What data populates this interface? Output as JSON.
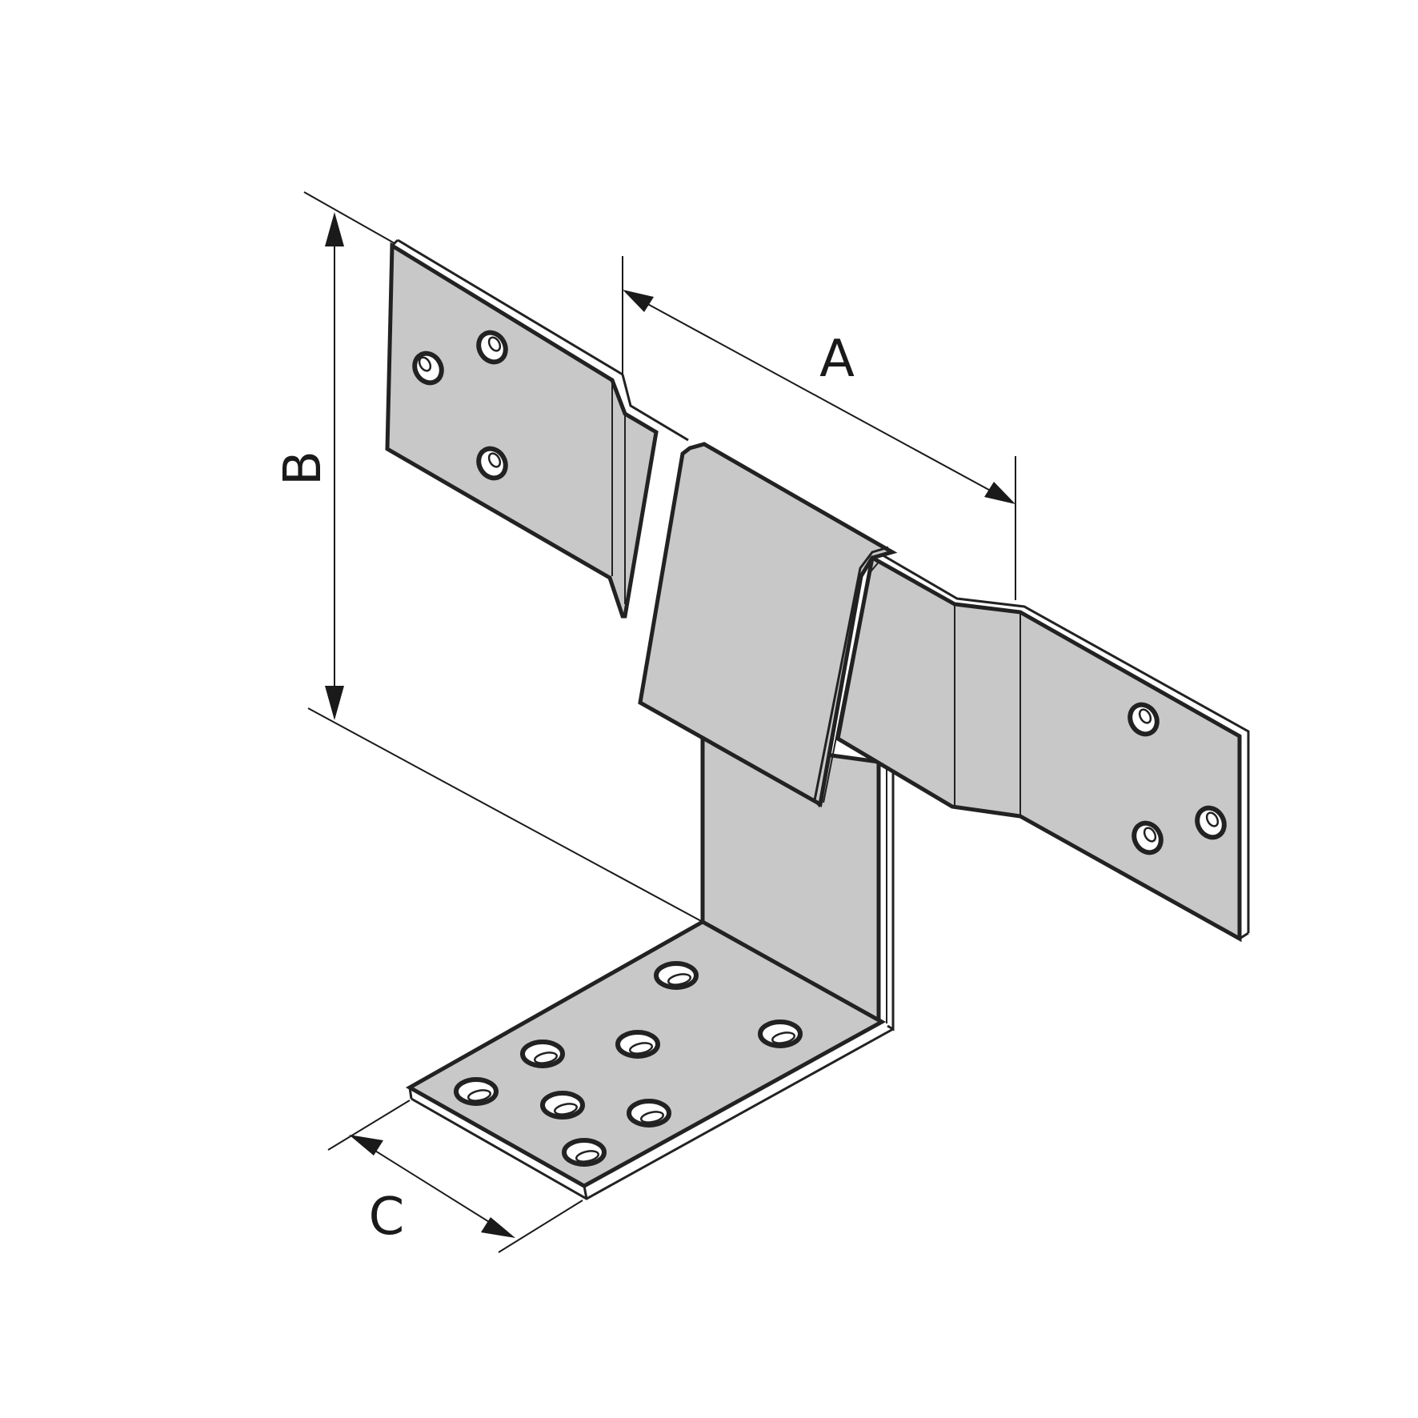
{
  "colors": {
    "background": "#ffffff",
    "metal": "#c8c8c8",
    "outline": "#222222"
  },
  "dimensions": {
    "A": "A",
    "B": "B",
    "C": "C"
  }
}
